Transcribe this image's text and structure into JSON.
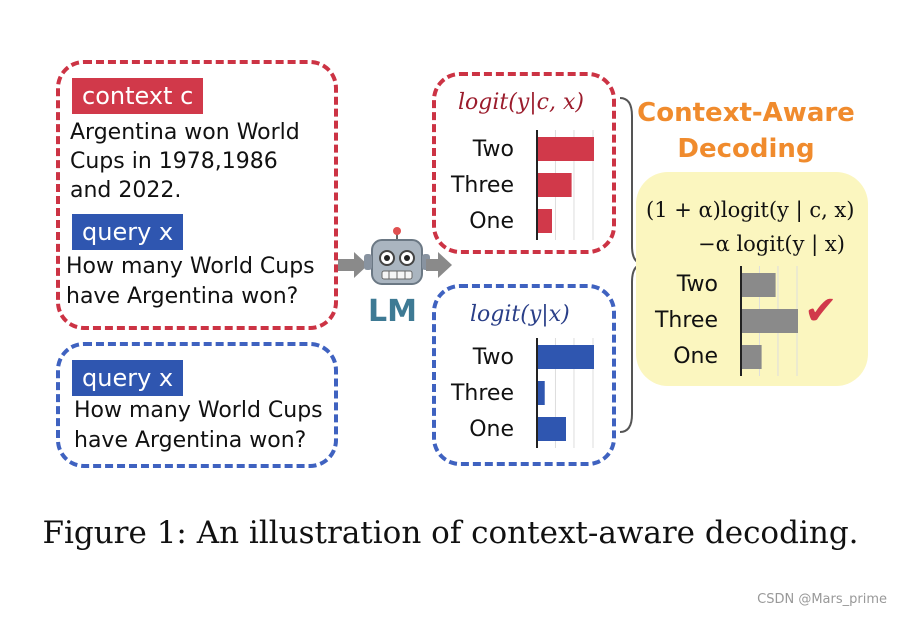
{
  "context_box": {
    "tag": "context c",
    "text_lines": [
      "Argentina won World",
      "Cups in 1978,1986",
      "and 2022."
    ],
    "query_tag": "query x",
    "query_lines": [
      "How many World Cups",
      "have Argentina won?"
    ]
  },
  "query_box": {
    "tag": "query x",
    "query_lines": [
      "How many World Cups",
      "have Argentina won?"
    ]
  },
  "lm": {
    "label": "LM",
    "icon": "robot-icon"
  },
  "panel_context": {
    "formula": "logit(y|c, x)",
    "labels": [
      "Two",
      "Three",
      "One"
    ],
    "values": [
      1.0,
      0.6,
      0.25
    ],
    "color": "#d1394a"
  },
  "panel_query": {
    "formula": "logit(y|x)",
    "labels": [
      "Two",
      "Three",
      "One"
    ],
    "values": [
      1.0,
      0.12,
      0.5
    ],
    "color": "#2f56b0"
  },
  "cad": {
    "title_line1": "Context-Aware",
    "title_line2": "Decoding",
    "formula_line1": "(1 + α)logit(y | c, x)",
    "formula_line2": "−α logit(y | x)",
    "labels": [
      "Two",
      "Three",
      "One"
    ],
    "values": [
      0.6,
      1.0,
      0.35
    ],
    "color": "#8a8a8a",
    "check": "✔",
    "check_color": "#d1394a"
  },
  "caption": "Figure 1: An illustration of context-aware decoding.",
  "watermark": "CSDN @Mars_prime"
}
